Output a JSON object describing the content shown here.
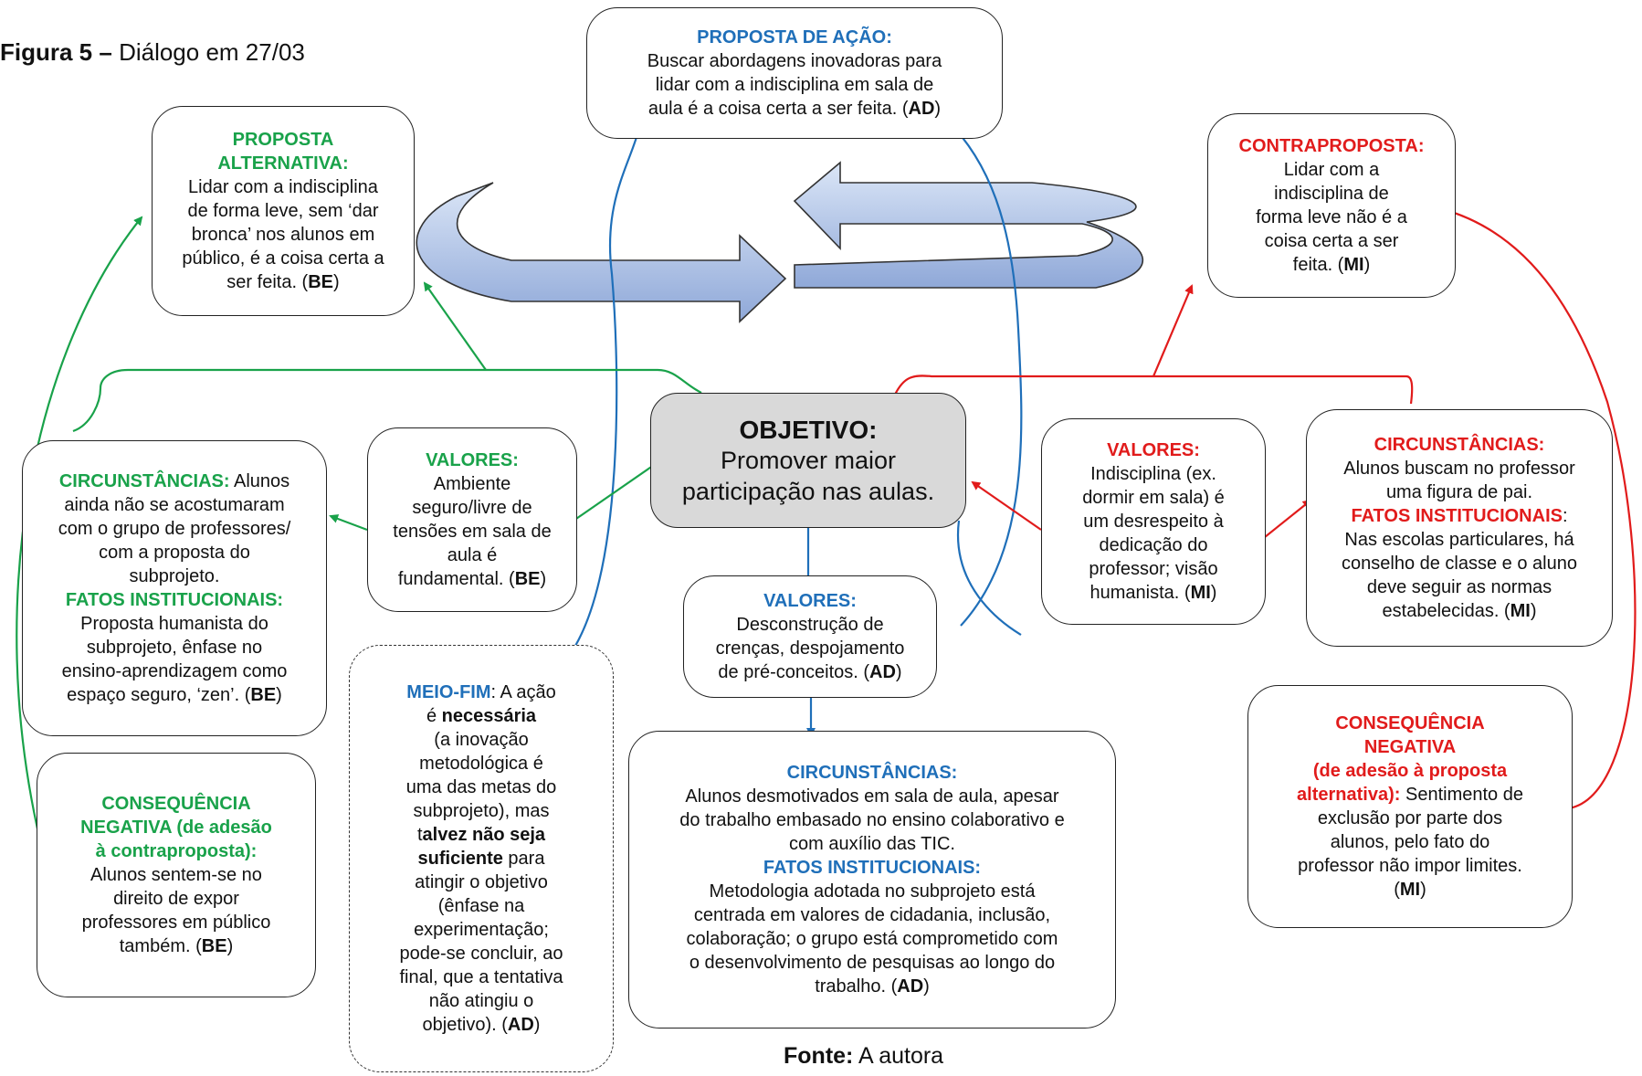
{
  "figure": {
    "label": "Figura 5 –",
    "title": "Diálogo em 27/03"
  },
  "fonte": {
    "label": "Fonte:",
    "text": "A autora"
  },
  "colors": {
    "blue": "#1f6fb9",
    "green": "#19a24a",
    "red": "#e11b1b",
    "objective_bg": "#d9d9d9",
    "arrow_fill": "#a9bfe6"
  },
  "proposta_acao": {
    "heading": "PROPOSTA DE AÇÃO:",
    "line1": "Buscar abordagens inovadoras para",
    "line2": "lidar com a indisciplina em sala de",
    "line3": "aula é a coisa certa a ser feita. (",
    "tag": "AD",
    "close": ")"
  },
  "proposta_alt": {
    "heading1": "PROPOSTA",
    "heading2": "ALTERNATIVA:",
    "line1": "Lidar com a indisciplina",
    "line2": "de forma leve, sem ‘dar",
    "line3": "bronca’ nos alunos em",
    "line4": "público, é a coisa certa a",
    "line5": "ser feita. (",
    "tag": "BE",
    "close": ")"
  },
  "contraproposta": {
    "heading": "CONTRAPROPOSTA:",
    "line1": "Lidar com a",
    "line2": "indisciplina de",
    "line3": "forma leve não é a",
    "line4": "coisa certa a ser",
    "line5": "feita. (",
    "tag": "MI",
    "close": ")"
  },
  "objetivo": {
    "heading": "OBJETIVO:",
    "line1": "Promover maior",
    "line2": "participação nas aulas."
  },
  "circ_left": {
    "heading": "CIRCUNSTÂNCIAS:",
    "line1_rest": " Alunos",
    "line2": "ainda não se acostumaram",
    "line3": "com o grupo de professores/",
    "line4": "com a proposta do",
    "line5": "subprojeto.",
    "heading2": "FATOS INSTITUCIONAIS:",
    "line6": "Proposta humanista do",
    "line7": "subprojeto, ênfase no",
    "line8": "ensino-aprendizagem como",
    "line9": "espaço seguro, ‘zen’. (",
    "tag": "BE",
    "close": ")"
  },
  "valores_left": {
    "heading": "VALORES:",
    "line1": "Ambiente",
    "line2": "seguro/livre de",
    "line3": "tensões em sala de",
    "line4": "aula é",
    "line5": "fundamental. (",
    "tag": "BE",
    "close": ")"
  },
  "valores_center": {
    "heading": "VALORES:",
    "line1": "Desconstrução de",
    "line2": "crenças, despojamento",
    "line3": "de pré-conceitos. (",
    "tag": "AD",
    "close": ")"
  },
  "valores_right": {
    "heading": "VALORES:",
    "line1": "Indisciplina (ex.",
    "line2": "dormir em sala) é",
    "line3": "um desrespeito à",
    "line4": "dedicação do",
    "line5": "professor; visão",
    "line6": "humanista. (",
    "tag": "MI",
    "close": ")"
  },
  "circ_right": {
    "heading": "CIRCUNSTÂNCIAS:",
    "line1": "Alunos buscam no professor",
    "line2": "uma figura de pai.",
    "heading2": "FATOS INSTITUCIONAIS",
    "colon": ":",
    "line3": "Nas escolas particulares, há",
    "line4": "conselho de classe e o aluno",
    "line5": "deve seguir as normas",
    "line6": "estabelecidas. (",
    "tag": "MI",
    "close": ")"
  },
  "meio_fim": {
    "heading": "MEIO-FIM",
    "l1_rest": ": A ação",
    "l2_pre": "é ",
    "l2_bold": "necessária",
    "line3": "(a inovação",
    "line4": "metodológica é",
    "line5": "uma das metas do",
    "line6": "subprojeto), mas",
    "l7_pre": "t",
    "l7_bold": "alvez não seja",
    "l8_bold": "suficiente",
    "l8_rest": " para",
    "line9": "atingir o objetivo",
    "line10": "(ênfase na",
    "line11": "experimentação;",
    "line12": "pode-se concluir, ao",
    "line13": "final, que a tentativa",
    "line14": "não atingiu o",
    "line15": "objetivo). (",
    "tag": "AD",
    "close": ")"
  },
  "cons_left": {
    "heading1": "CONSEQUÊNCIA",
    "heading2": "NEGATIVA (de adesão",
    "heading3": "à contraproposta):",
    "line1": "Alunos sentem-se no",
    "line2": "direito de expor",
    "line3": "professores em público",
    "line4": "também. (",
    "tag": "BE",
    "close": ")"
  },
  "circ_center": {
    "heading": "CIRCUNSTÂNCIAS:",
    "line1": "Alunos desmotivados em sala de aula, apesar",
    "line2": "do trabalho embasado no ensino colaborativo e",
    "line3": "com auxílio das TIC.",
    "heading2": "FATOS INSTITUCIONAIS:",
    "line4": "Metodologia adotada no subprojeto está",
    "line5": "centrada em valores de cidadania, inclusão,",
    "line6": "colaboração; o grupo está comprometido com",
    "line7": "o desenvolvimento de pesquisas ao longo do",
    "line8": "trabalho. (",
    "tag": "AD",
    "close": ")"
  },
  "cons_right": {
    "heading1": "CONSEQUÊNCIA",
    "heading2": "NEGATIVA",
    "heading3": "(de adesão à proposta",
    "heading4_bold": "alternativa):",
    "line1_rest": " Sentimento de",
    "line2": "exclusão por parte dos",
    "line3": "alunos, pelo fato do",
    "line4": "professor não impor limites.",
    "line5": "(",
    "tag": "MI",
    "close": ")"
  }
}
